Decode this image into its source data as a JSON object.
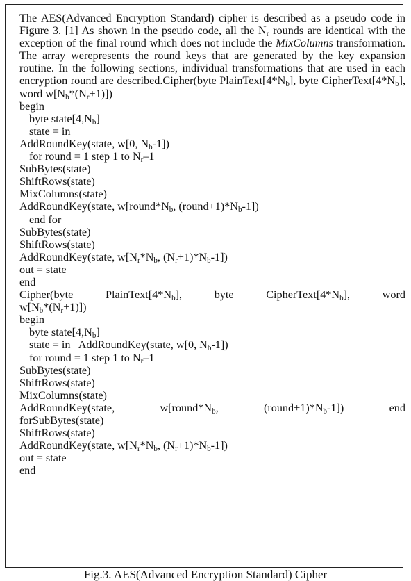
{
  "intro": {
    "t1": "The AES(Advanced Encryption Standard) cipher is described as a pseudo code in Figure 3. [1] As shown in the pseudo code, all the N",
    "t1_sub": "r",
    "t2": " rounds are identical with the exception of the final round which does not include the ",
    "t2_em": "MixColumns",
    "t3": " transformation. The array werepresents the round keys that are generated by the key expansion routine. In the following sections, individual transformations that are used in each encryption round are described.Cipher(byte PlainText[4*N",
    "t3_sub": "b",
    "t4": "], byte CipherText[4*N",
    "t4_sub": "b",
    "t5": "], word w[N",
    "t5_sub": "b",
    "t6": "*(N",
    "t6_sub": "r",
    "t7": "+1)])"
  },
  "code1": {
    "begin": "begin",
    "state_decl_a": "byte state[4,N",
    "state_decl_b": "]",
    "state_in": "state = in",
    "ark0_a": "AddRoundKey(state, w[0, N",
    "ark0_b": "-1])",
    "for_a": "for round = 1 step 1 to N",
    "for_b": "–1",
    "subbytes": "SubBytes(state)",
    "shiftrows": "ShiftRows(state)",
    "mixcolumns": "MixColumns(state)",
    "arkr_a": "AddRoundKey(state, w[round*N",
    "arkr_b": ", (round+1)*N",
    "arkr_c": "-1])",
    "endfor": "end for",
    "subbytes2": "SubBytes(state)",
    "shiftrows2": "ShiftRows(state)",
    "arkf_a": "AddRoundKey(state, w[N",
    "arkf_b": "*N",
    "arkf_c": ", (N",
    "arkf_d": "+1)*N",
    "arkf_e": "-1])",
    "out": "out = state",
    "end": "end"
  },
  "code2": {
    "sig_w1": "Cipher(byte",
    "sig_w2a": "PlainText[4*N",
    "sig_w2b": "],",
    "sig_w3": "byte",
    "sig_w4a": "CipherText[4*N",
    "sig_w4b": "],",
    "sig_w5": "word",
    "sig_l2a": "w[N",
    "sig_l2b": "*(N",
    "sig_l2c": "+1)])",
    "begin": "begin",
    "state_decl_a": "byte state[4,N",
    "state_decl_b": "]",
    "state_in_ark_a": "state = in   AddRoundKey(state, w[0, N",
    "state_in_ark_b": "-1])",
    "for_a": "for round = 1 step 1 to N",
    "for_b": "–1",
    "subbytes": "SubBytes(state)",
    "shiftrows": "ShiftRows(state)",
    "mixcolumns": "MixColumns(state)",
    "arkr_w1": "AddRoundKey(state,",
    "arkr_w2a": "w[round*N",
    "arkr_w2b": ",",
    "arkr_w3a": "(round+1)*N",
    "arkr_w3b": "-1])",
    "arkr_w4": "end",
    "forsub": "forSubBytes(state)",
    "shiftrows2": "ShiftRows(state)",
    "arkf_a": "AddRoundKey(state, w[N",
    "arkf_b": "*N",
    "arkf_c": ", (N",
    "arkf_d": "+1)*N",
    "arkf_e": "-1])",
    "out": "out = state",
    "end": "end"
  },
  "subs": {
    "r": "r",
    "b": "b"
  },
  "caption": "Fig.3.   AES(Advanced Encryption Standard) Cipher"
}
